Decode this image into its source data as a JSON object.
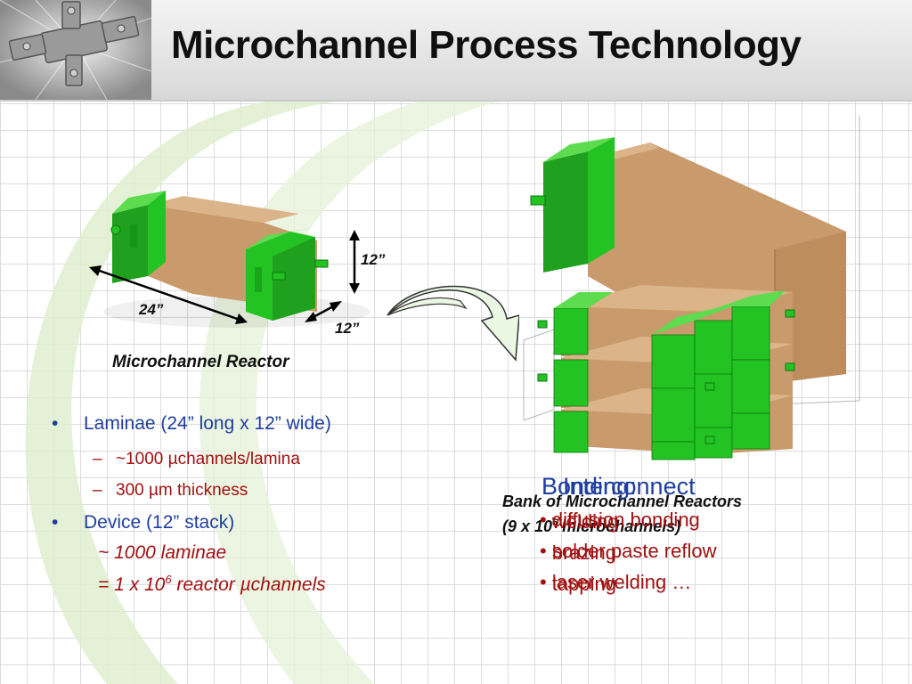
{
  "header": {
    "title": "Microchannel Process Technology"
  },
  "figures": {
    "reactor_caption": "Microchannel Reactor",
    "dim_length": "24”",
    "dim_width": "12”",
    "dim_height": "12”",
    "bank_caption_line1": "Bank of Microchannel Reactors",
    "bank_caption_line2_prefix": "(9 x 10",
    "bank_caption_line2_sup": "6",
    "bank_caption_line2_suffix": " microchannels)"
  },
  "bullets": {
    "item1": "Laminae (24” long x 12” wide)",
    "item1_sub1": "~1000 µchannels/lamina",
    "item1_sub2": "300 µm thickness",
    "item2": "Device (12” stack)",
    "item2_line2": "~ 1000 laminae",
    "item2_line3_prefix": "= 1 x 10",
    "item2_line3_sup": "6",
    "item2_line3_suffix": " reactor µchannels",
    "bullet_glyph": "•",
    "dash_glyph": "–"
  },
  "overlay": {
    "title_a": "Bonding:",
    "title_b": "Interconnect",
    "items_a": [
      "diffusion bonding",
      "solder paste reflow",
      "laser welding …"
    ],
    "items_b": [
      "welding",
      "brazing",
      "tapping"
    ]
  },
  "colors": {
    "green_module": "#22c322",
    "tan_body": "#c99a6b",
    "bullet_blue": "#1f3f9e",
    "bullet_red": "#a01010"
  }
}
